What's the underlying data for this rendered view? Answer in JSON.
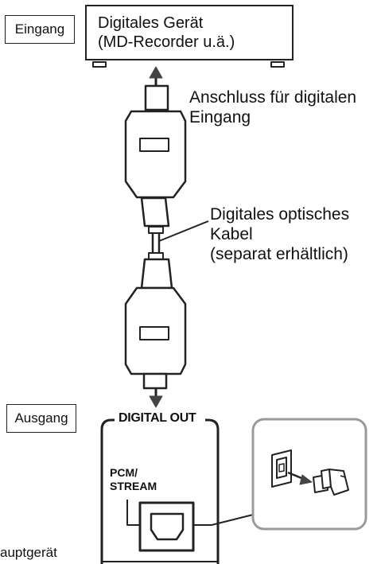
{
  "labels": {
    "input": "Eingang",
    "device_line1": "Digitales Gerät",
    "device_line2": "(MD-Recorder u.ä.)",
    "connector_line1": "Anschluss für digitalen",
    "connector_line2": "Eingang",
    "cable_line1": "Digitales optisches",
    "cable_line2": "Kabel",
    "cable_line3": "(separat erhältlich)",
    "output": "Ausgang",
    "digital_out": "DIGITAL OUT",
    "pcm_line1": "PCM/",
    "pcm_line2": "STREAM",
    "main_unit": "auptgerät"
  },
  "colors": {
    "line": "#222222",
    "text": "#111111",
    "background": "#ffffff",
    "inset_border": "#9a9a9a"
  },
  "icons": [
    "arrow-up-icon",
    "arrow-down-icon",
    "optical-plug-icon",
    "cap-removal-arrow-icon"
  ]
}
